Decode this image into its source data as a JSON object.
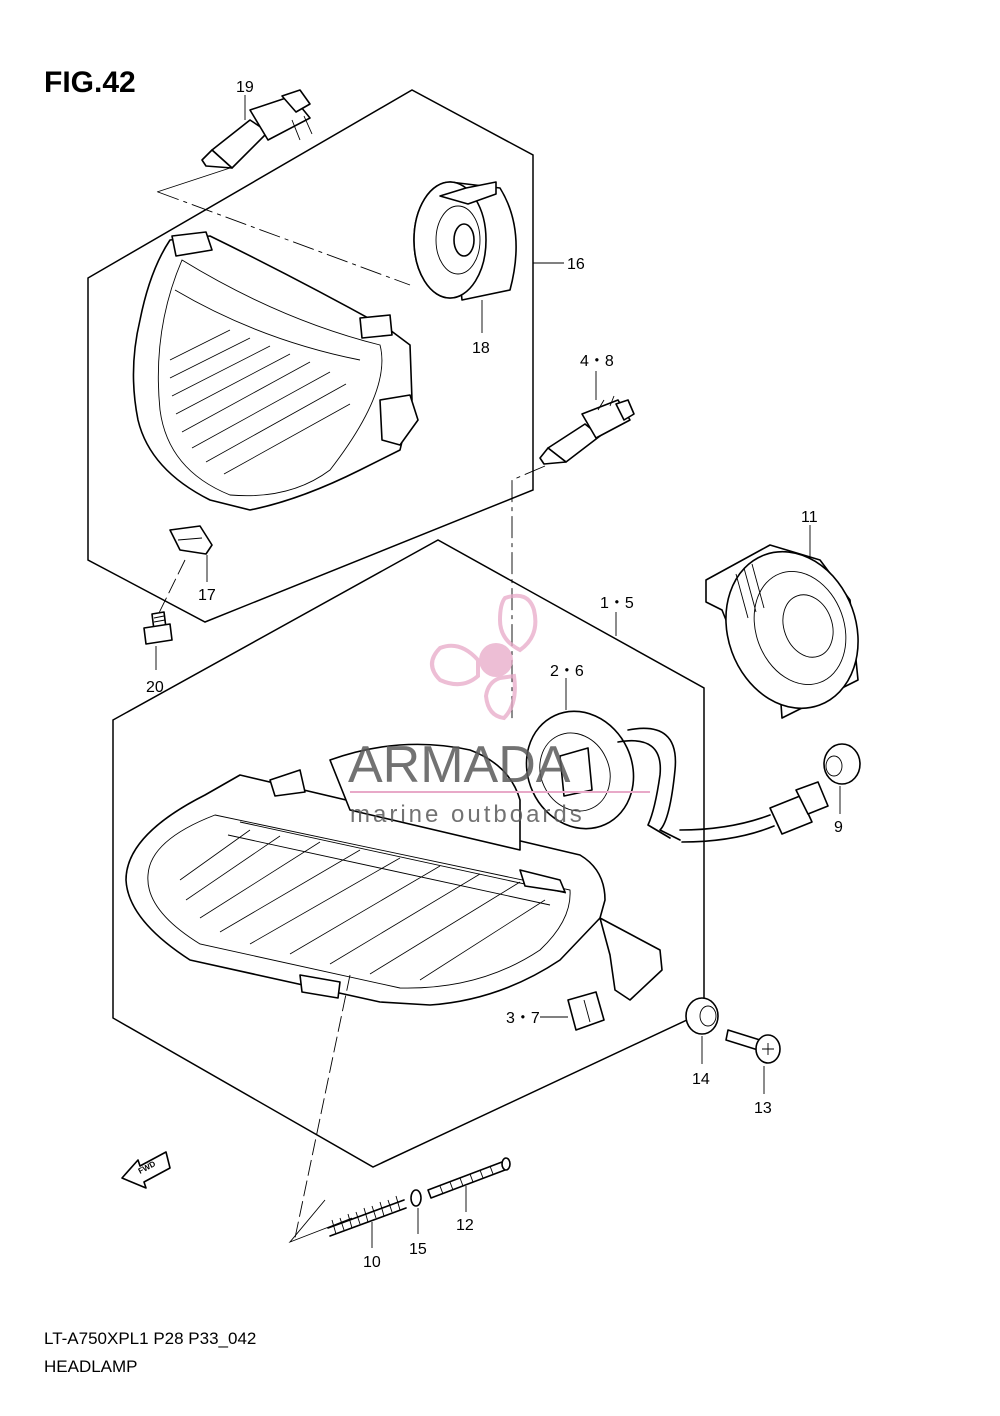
{
  "figure": {
    "title": "FIG.42",
    "model_code": "LT-A750XPL1 P28 P33_042",
    "caption": "HEADLAMP"
  },
  "callouts": {
    "c19": "19",
    "c16": "16",
    "c18": "18",
    "c4_8": "4・8",
    "c11": "11",
    "c17": "17",
    "c20": "20",
    "c1_5": "1・5",
    "c2_6": "2・6",
    "c9": "9",
    "c3_7": "3・7",
    "c14": "14",
    "c13": "13",
    "c12": "12",
    "c10": "10",
    "c15": "15"
  },
  "fwd_arrow": {
    "label": "FWD",
    "icon": "fwd-arrow-icon"
  },
  "watermark": {
    "brand": "ARMADA",
    "tagline": "marine outboards",
    "colors": {
      "accent": "#e8a9c8",
      "text": "#5a5a5a"
    }
  }
}
